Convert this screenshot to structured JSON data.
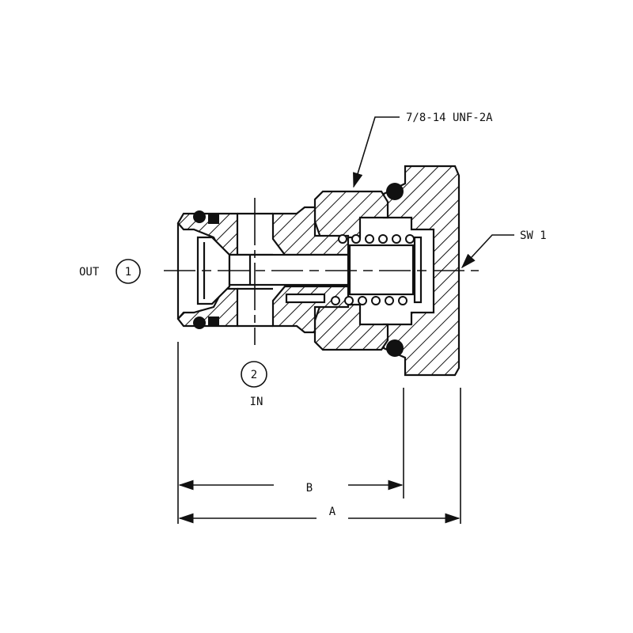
{
  "callouts": {
    "thread": "7/8-14 UNF-2A",
    "switch": "SW 1"
  },
  "ports": {
    "out_label": "OUT",
    "out_number": "1",
    "in_label": "IN",
    "in_number": "2"
  },
  "dimensions": {
    "b_label": "B",
    "a_label": "A"
  },
  "colors": {
    "line": "#111111",
    "background": "#ffffff"
  }
}
